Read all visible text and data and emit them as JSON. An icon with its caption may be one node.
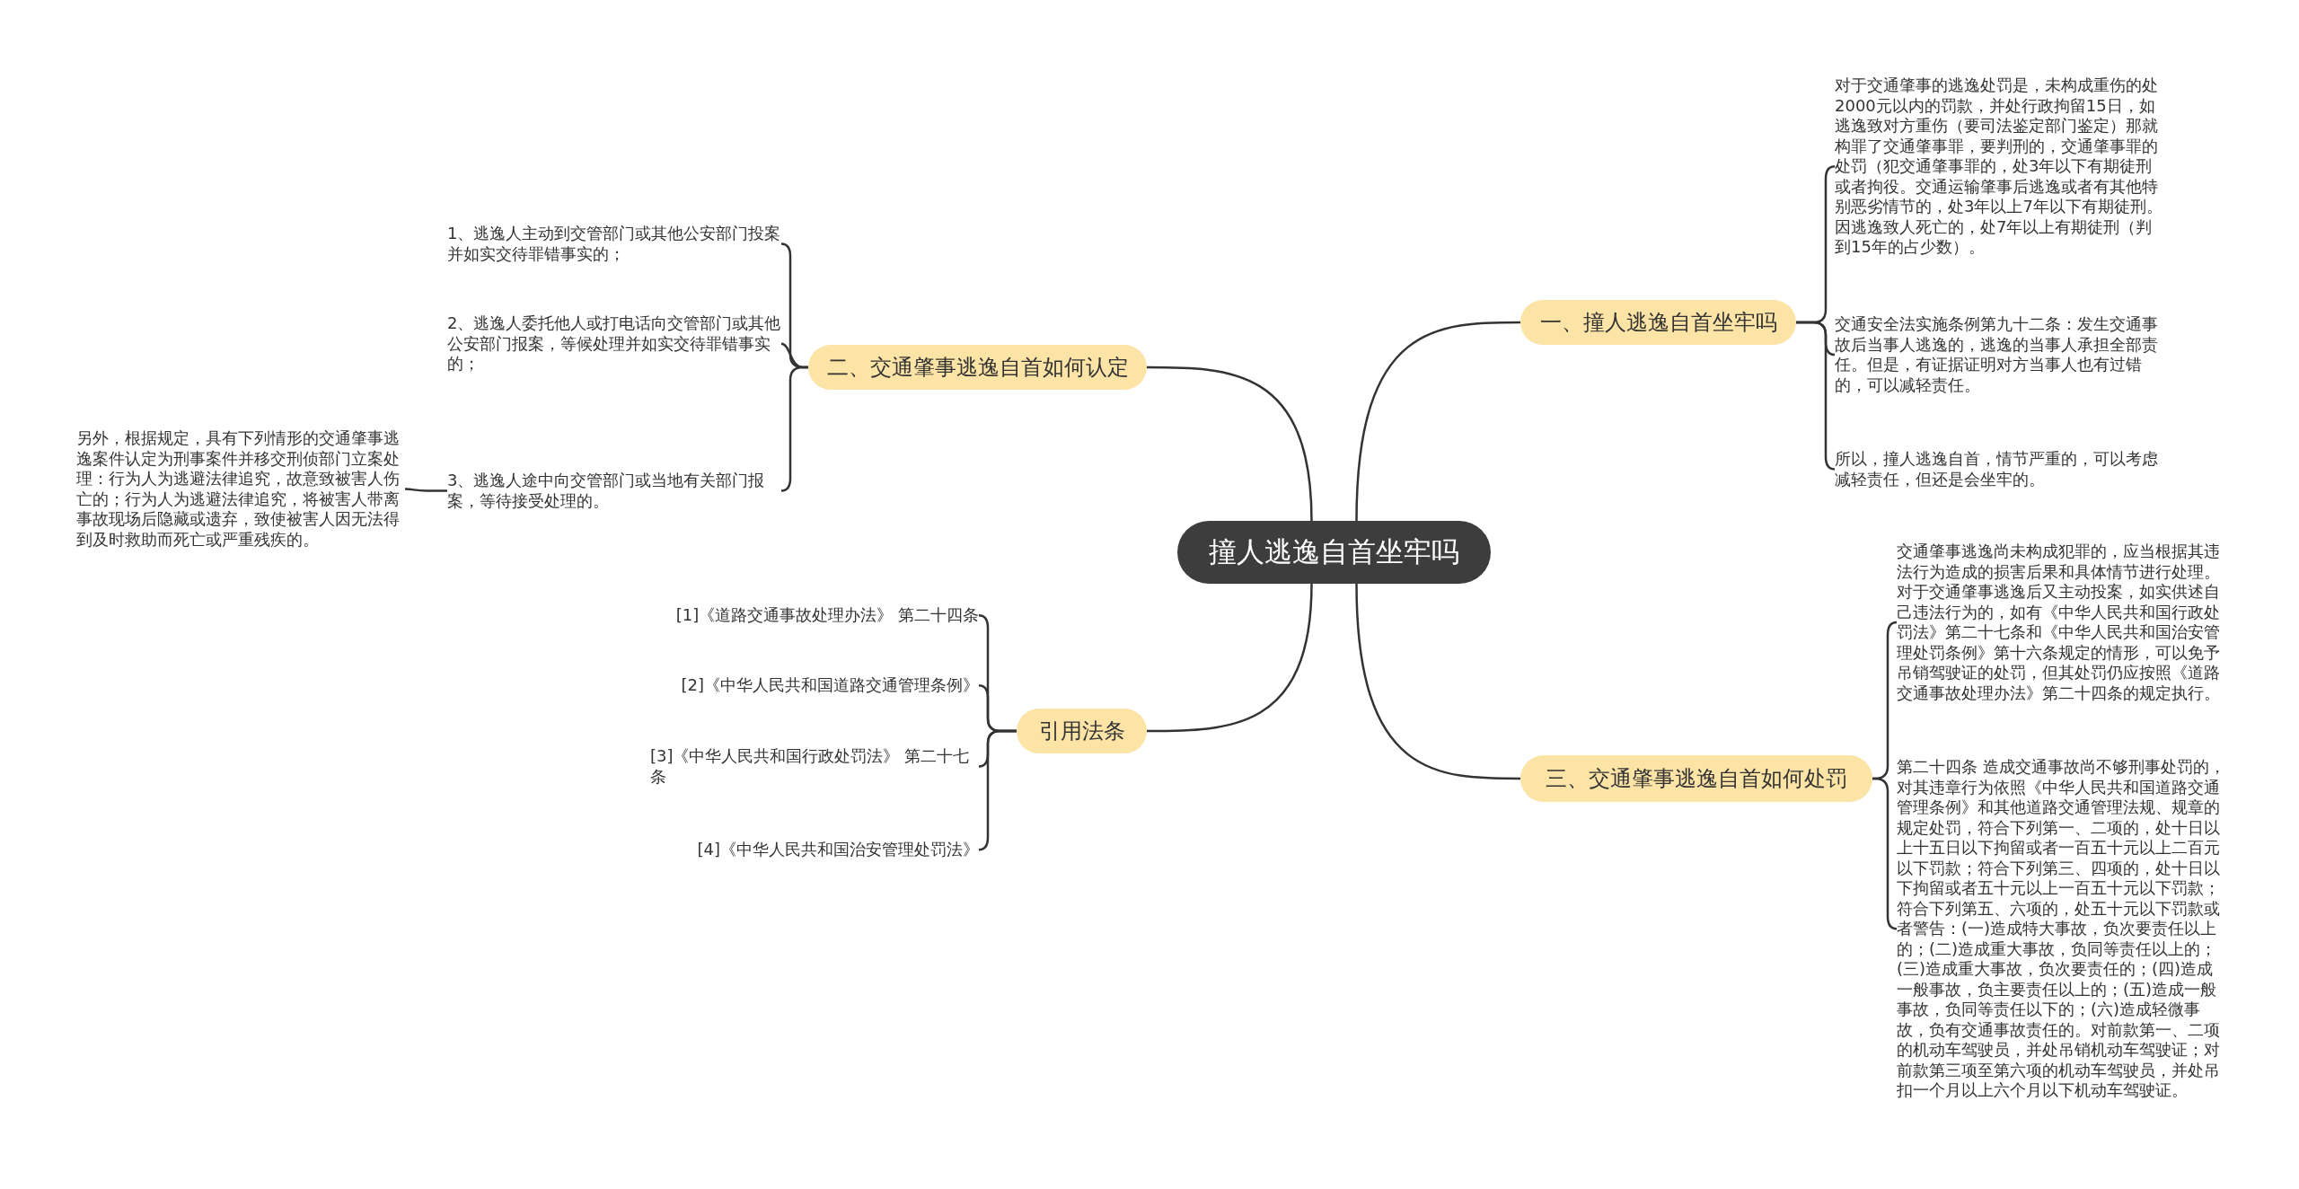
{
  "diagram": {
    "nodes": [
      {
        "text": [
          "撞人逃逸自首坐牢吗"
        ]
      },
      {
        "text": [
          "一、撞人逃逸自首坐牢吗"
        ]
      },
      {
        "text": [
          "对于交通肇事的逃逸处罚是，未构成重伤的处2000元以内的罚款，并处行政拘留15日，如逃逸致对方重伤（要司法鉴定部门鉴定）那就构罪了交通肇事罪，要判刑的，交通肇事罪的处罚（犯交通肇事罪的，处3年以下有期徒刑或者拘役。交通运输肇事后逃逸或者有其他特别恶劣情节的，处3年以上7年以下有期徒刑。因逃逸致人死亡的，处7年以上有期徒刑（判到15年的占少数）。"
        ]
      },
      {
        "text": [
          "交通安全法实施条例第九十二条：发生交通事故后当事人逃逸的，逃逸的当事人承担全部责任。但是，有证据证明对方当事人也有过错的，可以减轻责任。"
        ]
      },
      {
        "text": [
          "所以，撞人逃逸自首，情节严重的，可以考虑减轻责任，但还是会坐牢的。"
        ]
      },
      {
        "text": [
          "二、交通肇事逃逸自首如何认定"
        ]
      },
      {
        "text": [
          "1、逃逸人主动到交管部门或其他公安部门投案并如实交待罪错事实的；"
        ]
      },
      {
        "text": [
          "2、逃逸人委托他人或打电话向交管部门或其他公安部门报案，等候处理并如实交待罪错事实的；"
        ]
      },
      {
        "text": [
          "3、逃逸人途中向交管部门或当地有关部门报案，等待接受处理的。"
        ]
      },
      {
        "text": [
          "另外，根据规定，具有下列情形的交通肇事逃逸案件认定为刑事案件并移交刑侦部门立案处理：行为人为逃避法律追究，故意致被害人伤亡的；行为人为逃避法律追究，将被害人带离事故现场后隐藏或遗弃，致使被害人因无法得到及时救助而死亡或严重残疾的。"
        ]
      },
      {
        "text": [
          "三、交通肇事逃逸自首如何处罚"
        ]
      },
      {
        "text": [
          "交通肇事逃逸尚未构成犯罪的，应当根据其违法行为造成的损害后果和具体情节进行处理。对于交通肇事逃逸后又主动投案，如实供述自己违法行为的，如有《中华人民共和国行政处罚法》第二十七条和《中华人民共和国治安管理处罚条例》第十六条规定的情形，可以免予吊销驾驶证的处罚，但其处罚仍应按照《道路交通事故处理办法》第二十四条的规定执行。"
        ]
      },
      {
        "text": [
          "第二十四条 造成交通事故尚不够刑事处罚的，对其违章行为依照《中华人民共和国道路交通管理条例》和其他道路交通管理法规、规章的规定处罚，符合下列第一、二项的，处十日以上十五日以下拘留或者一百五十元以上二百元以下罚款；符合下列第三、四项的，处十日以下拘留或者五十元以上一百五十元以下罚款；符合下列第五、六项的，处五十元以下罚款或者警告：(一)造成特大事故，负次要责任以上的；(二)造成重大事故，负同等责任以上的；(三)造成重大事故，负次要责任的；(四)造成一般事故，负主要责任以上的；(五)造成一般事故，负同等责任以下的；(六)造成轻微事故，负有交通事故责任的。对前款第一、二项的机动车驾驶员，并处吊销机动车驾驶证；对前款第三项至第六项的机动车驾驶员，并处吊扣一个月以上六个月以下机动车驾驶证。"
        ]
      },
      {
        "text": [
          "引用法条"
        ]
      },
      {
        "text": [
          "[1]《道路交通事故处理办法》 第二十四条"
        ]
      },
      {
        "text": [
          "[2]《中华人民共和国道路交通管理条例》"
        ]
      },
      {
        "text": [
          "[3]《中华人民共和国行政处罚法》 第二十七条"
        ]
      },
      {
        "text": [
          "[4]《中华人民共和国治安管理处罚法》"
        ]
      }
    ],
    "edges": [
      {
        "from": 0,
        "to": 1,
        "arrow": "none"
      },
      {
        "from": 1,
        "to": 2,
        "arrow": "none"
      },
      {
        "from": 1,
        "to": 3,
        "arrow": "none"
      },
      {
        "from": 1,
        "to": 4,
        "arrow": "none"
      },
      {
        "from": 0,
        "to": 5,
        "arrow": "none"
      },
      {
        "from": 5,
        "to": 6,
        "arrow": "none"
      },
      {
        "from": 5,
        "to": 7,
        "arrow": "none"
      },
      {
        "from": 5,
        "to": 8,
        "arrow": "none"
      },
      {
        "from": 8,
        "to": 9,
        "arrow": "none"
      },
      {
        "from": 0,
        "to": 10,
        "arrow": "none"
      },
      {
        "from": 10,
        "to": 11,
        "arrow": "none"
      },
      {
        "from": 10,
        "to": 12,
        "arrow": "none"
      },
      {
        "from": 0,
        "to": 13,
        "arrow": "none"
      },
      {
        "from": 13,
        "to": 14,
        "arrow": "none"
      },
      {
        "from": 13,
        "to": 15,
        "arrow": "none"
      },
      {
        "from": 13,
        "to": 16,
        "arrow": "none"
      },
      {
        "from": 13,
        "to": 17,
        "arrow": "none"
      }
    ]
  }
}
